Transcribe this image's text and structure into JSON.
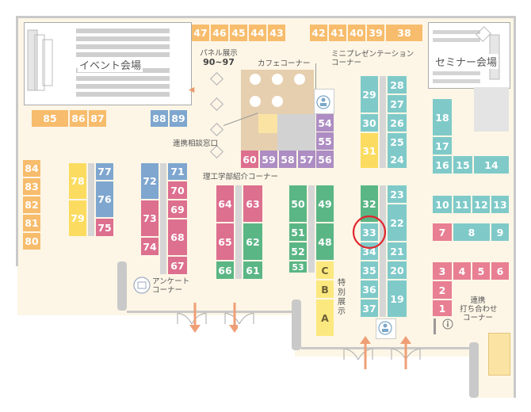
{
  "rooms": {
    "event_hall": "イベント会場",
    "seminar_hall": "セミナー会場"
  },
  "labels": {
    "panel_line1": "パネル展示",
    "panel_line2": "90~97",
    "cafe": "カフェコーナー",
    "mini_line1": "ミニプレゼンテーション",
    "mini_line2": "コーナー",
    "consult": "連携相談窓口",
    "science": "理工学部紹介コーナー",
    "survey_line1": "アンケート",
    "survey_line2": "コーナー",
    "special": "特別展示",
    "meeting_line1": "連携",
    "meeting_line2": "打ち合わせ",
    "meeting_line3": "コーナー"
  },
  "booths": {
    "b47": "47",
    "b46": "46",
    "b45": "45",
    "b44": "44",
    "b43": "43",
    "b42": "42",
    "b41": "41",
    "b40": "40",
    "b39": "39",
    "b38": "38",
    "b85": "85",
    "b86": "86",
    "b87": "87",
    "b88": "88",
    "b89": "89",
    "b84": "84",
    "b83": "83",
    "b82": "82",
    "b81": "81",
    "b80": "80",
    "b78": "78",
    "b79": "79",
    "b77": "77",
    "b76": "76",
    "b75": "75",
    "b72": "72",
    "b73": "73",
    "b74": "74",
    "b71": "71",
    "b70": "70",
    "b69": "69",
    "b68": "68",
    "b67": "67",
    "b64": "64",
    "b65": "65",
    "b66": "66",
    "b63": "63",
    "b62": "62",
    "b61": "61",
    "b60": "60",
    "b59": "59",
    "b58": "58",
    "b57": "57",
    "b56": "56",
    "b55": "55",
    "b54": "54",
    "b50": "50",
    "b51": "51",
    "b52": "52",
    "b53": "53",
    "b49": "49",
    "b48": "48",
    "bC": "C",
    "bB": "B",
    "bA": "A",
    "b29": "29",
    "b30": "30",
    "b31": "31",
    "b28": "28",
    "b27": "27",
    "b26": "26",
    "b25": "25",
    "b24": "24",
    "b32": "32",
    "b33": "33",
    "b34": "34",
    "b35": "35",
    "b36": "36",
    "b37": "37",
    "b23": "23",
    "b22": "22",
    "b21": "21",
    "b20": "20",
    "b19": "19",
    "b18": "18",
    "b17": "17",
    "b16": "16",
    "b15": "15",
    "b14": "14",
    "b10": "10",
    "b11": "11",
    "b12": "12",
    "b13": "13",
    "b7": "7",
    "b8": "8",
    "b9": "9",
    "b3": "3",
    "b4": "4",
    "b5": "5",
    "b6": "6",
    "b2": "2",
    "b1": "1"
  },
  "highlight": {
    "booth": "33",
    "color": "#e0262c"
  },
  "icons": [
    "presenter-icon",
    "arrow-up-icon",
    "arrow-down-icon",
    "door-icon",
    "info-icon"
  ]
}
